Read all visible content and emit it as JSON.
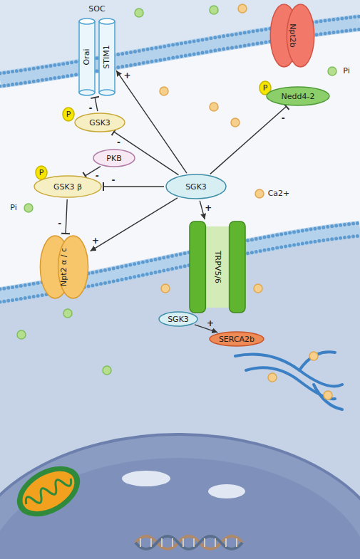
{
  "diagram": {
    "nodes": [
      {
        "text": [
          "Orai"
        ]
      },
      {
        "text": [
          "STIM1"
        ]
      },
      {
        "text": [
          "Npt2b"
        ]
      },
      {
        "text": [
          "P"
        ]
      },
      {
        "text": [
          "Nedd4-2"
        ]
      },
      {
        "text": [
          "P"
        ]
      },
      {
        "text": [
          "GSK3"
        ]
      },
      {
        "text": [
          "PKB"
        ]
      },
      {
        "text": [
          "P"
        ]
      },
      {
        "text": [
          "GSK3 β"
        ]
      },
      {
        "text": [
          "SGK3"
        ]
      },
      {
        "text": [
          "Npt2 α / c"
        ]
      },
      {
        "text": [
          "TRPV5/6"
        ]
      },
      {
        "text": [
          "SGK3"
        ]
      },
      {
        "text": [
          "SERCA2b"
        ]
      }
    ],
    "edges": [
      {
        "from": 7,
        "to": 9,
        "arrow": "to",
        "label": "-"
      },
      {
        "from": 10,
        "to": 9,
        "arrow": "to",
        "label": "-"
      },
      {
        "from": 10,
        "to": 11,
        "arrow": "to",
        "label": "+"
      },
      {
        "from": 9,
        "to": 11,
        "arrow": "to",
        "label": "-"
      },
      {
        "from": 10,
        "to": 6,
        "arrow": "to",
        "label": "-"
      },
      {
        "from": 6,
        "to": 0,
        "arrow": "to",
        "label": "-"
      },
      {
        "from": 10,
        "to": 1,
        "arrow": "to",
        "label": "+"
      },
      {
        "from": 10,
        "to": 4,
        "arrow": "to",
        "label": "-"
      },
      {
        "from": 10,
        "to": 12,
        "arrow": "to",
        "label": "+"
      },
      {
        "from": 13,
        "to": 14,
        "arrow": "to",
        "label": "+"
      }
    ],
    "labels": [
      "SOC",
      "Pi",
      "Pi",
      "Ca2+"
    ]
  }
}
